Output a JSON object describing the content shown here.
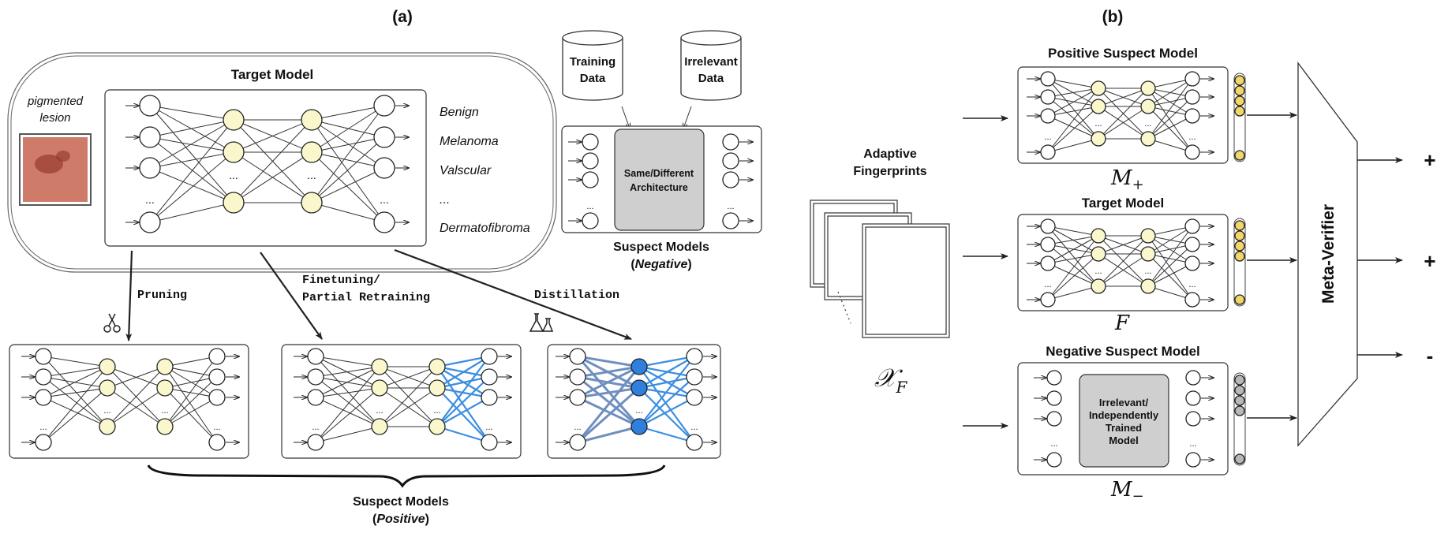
{
  "panel_a": {
    "label": "(a)",
    "input_label": [
      "pigmented",
      "lesion"
    ],
    "target_title": "Target Model",
    "classes": [
      "Benign",
      "Melanoma",
      "Valscular",
      "...",
      "Dermatofibroma"
    ],
    "cyl_training": [
      "Training",
      "Data"
    ],
    "cyl_irrelevant": [
      "Irrelevant",
      "Data"
    ],
    "arch_box": [
      "Same/Different",
      "Architecture"
    ],
    "neg_caption": "Suspect Models",
    "neg_caption_sub": "Negative",
    "pruning": "Pruning",
    "finetuning": [
      "Finetuning/",
      "Partial Retraining"
    ],
    "distillation": "Distillation",
    "pos_caption": "Suspect Models",
    "pos_caption_sub": "Positive",
    "ellipsis": "..."
  },
  "panel_b": {
    "label": "(b)",
    "fingerprints": [
      "Adaptive",
      "Fingerprints"
    ],
    "xf": "𝒳",
    "xf_sub": "F",
    "pos_title": "Positive Suspect Model",
    "target_title": "Target Model",
    "neg_title": "Negative Suspect Model",
    "m_plus": "M",
    "m_plus_sub": "+",
    "f_label": "F",
    "m_minus": "M",
    "m_minus_sub": "−",
    "neg_box": [
      "Irrelevant/",
      "Independently",
      "Trained",
      "Model"
    ],
    "verifier": "Meta-Verifier",
    "outputs": [
      "+",
      "+",
      "-"
    ]
  },
  "colors": {
    "neuron_highlight": "#fbf7cc",
    "distill_edge": "#6f8fbf",
    "retrain_edge": "#3d8ee0",
    "distill_node": "#2f7fdc",
    "gray_box": "#cfcfcf",
    "fp_yellow": "#f3d66a"
  }
}
